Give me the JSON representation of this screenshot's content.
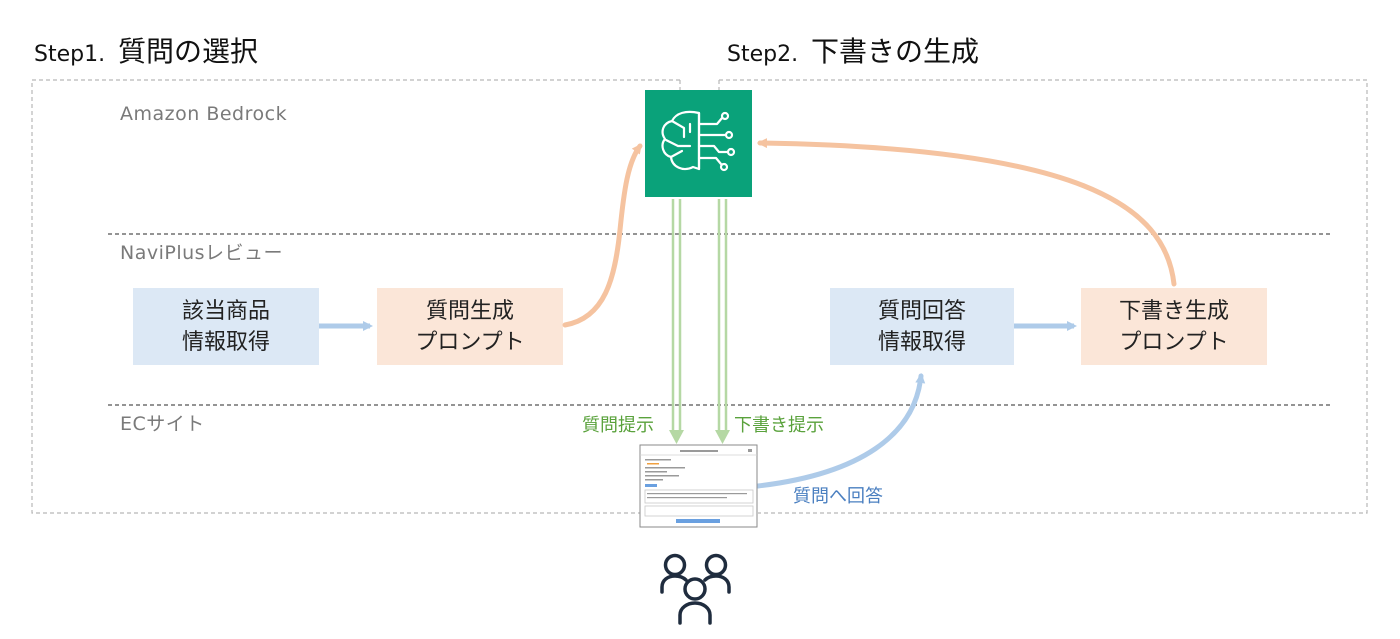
{
  "steps": {
    "step1": {
      "prefix": "Step1.",
      "title": "質問の選択"
    },
    "step2": {
      "prefix": "Step2.",
      "title": "下書きの生成"
    }
  },
  "lanes": {
    "bedrock": "Amazon Bedrock",
    "naviplus": "NaviPlusレビュー",
    "ec": "ECサイト"
  },
  "boxes": {
    "product_info": {
      "line1": "該当商品",
      "line2": "情報取得"
    },
    "question_prompt": {
      "line1": "質問生成",
      "line2": "プロンプト"
    },
    "answer_info": {
      "line1": "質問回答",
      "line2": "情報取得"
    },
    "draft_prompt": {
      "line1": "下書き生成",
      "line2": "プロンプト"
    }
  },
  "arrow_labels": {
    "question_display": "質問提示",
    "draft_display": "下書き提示",
    "answer_question": "質問へ回答"
  },
  "icons": {
    "bedrock": "brain-circuit-icon",
    "users": "users-group-icon",
    "screenshot": "ec-question-dialog-thumbnail"
  },
  "colors": {
    "bedrock_green": "#0aa27a",
    "blue_box": "#dce8f5",
    "orange_box": "#fbe6d8",
    "orange_arrow": "#f5c3a0",
    "blue_arrow": "#aecbe9",
    "green_arrow": "#b5d8a4",
    "green_text": "#5aa23c",
    "blue_text": "#4a7fc0"
  }
}
